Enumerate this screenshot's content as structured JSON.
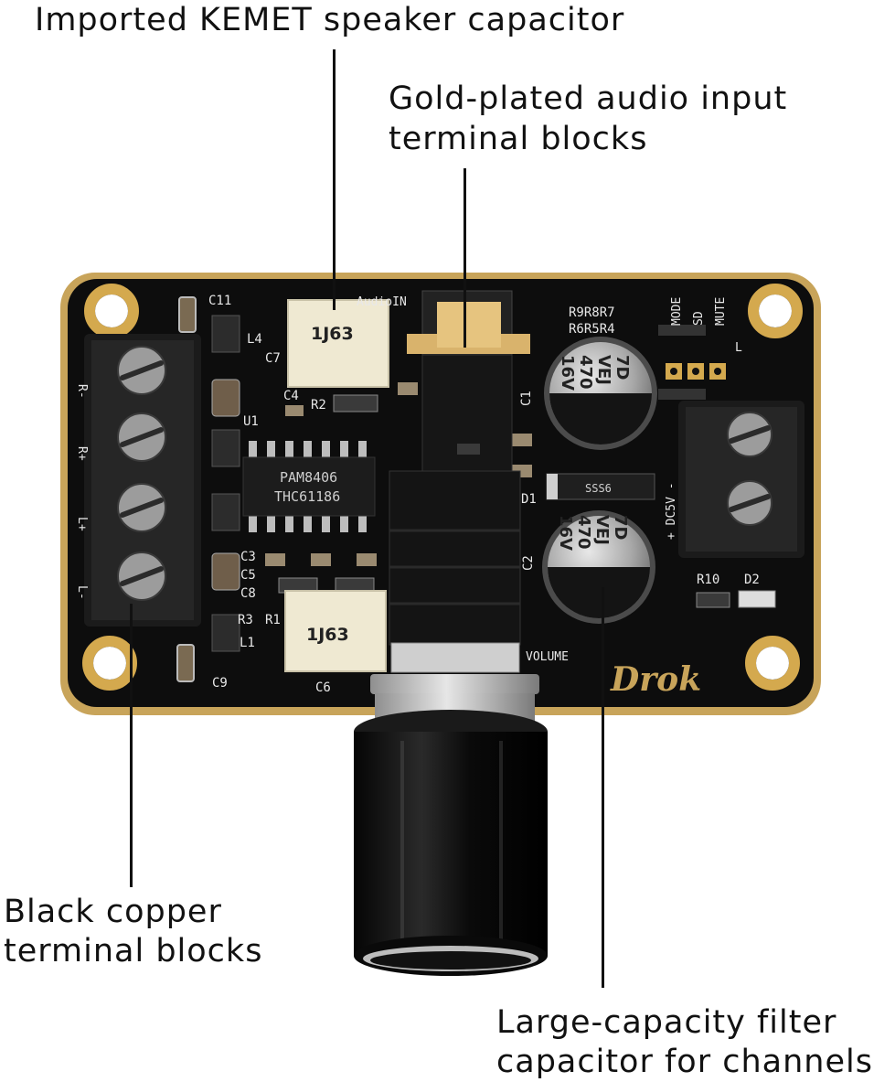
{
  "callouts": {
    "kemet": "Imported KEMET speaker capacitor",
    "gold_line1": "Gold-plated audio input",
    "gold_line2": "terminal blocks",
    "copper_line1": "Black copper",
    "copper_line2": "terminal blocks",
    "filter_line1": "Large-capacity filter",
    "filter_line2": "capacitor for channels"
  },
  "board": {
    "chip_line1": "PAM8406",
    "chip_line2": "THC61186",
    "kemet_cap_top": "1J63",
    "kemet_cap_bottom": "1J63",
    "elec_cap1": [
      "7D",
      "VEJ",
      "470",
      "16V"
    ],
    "elec_cap2": [
      "7D",
      "VEJ",
      "470",
      "16V"
    ],
    "diode": "SSS6",
    "brand": "Drok",
    "silk": {
      "c11": "C11",
      "l4": "L4",
      "c7": "C7",
      "c4": "C4",
      "r2": "R2",
      "u1": "U1",
      "c3": "C3",
      "c5": "C5",
      "c8": "C8",
      "r3": "R3",
      "r1": "R1",
      "l1": "L1",
      "c9": "C9",
      "c6": "C6",
      "c1": "C1",
      "c2": "C2",
      "d1": "D1",
      "audioin": "AudioIN",
      "r9r8r7": "R9R8R7",
      "r6r5r4": "R6R5R4",
      "mode": "MODE",
      "sd": "SD",
      "mute": "MUTE",
      "l": "L",
      "dc5v": "+ DC5V -",
      "r10": "R10",
      "d2": "D2",
      "volume": "VOLUME",
      "r_minus": "R-",
      "r_plus": "R+",
      "l_plus": "L+",
      "l_minus": "L-"
    }
  },
  "colors": {
    "pcb": "#0d0d0d",
    "pcb_edge": "#c8a45a",
    "pad_gold": "#d4a94e",
    "terminal": "#1a1a1a",
    "kemet_body": "#efe9d2",
    "cap_top": "#9a9a9a",
    "text": "#111111"
  }
}
